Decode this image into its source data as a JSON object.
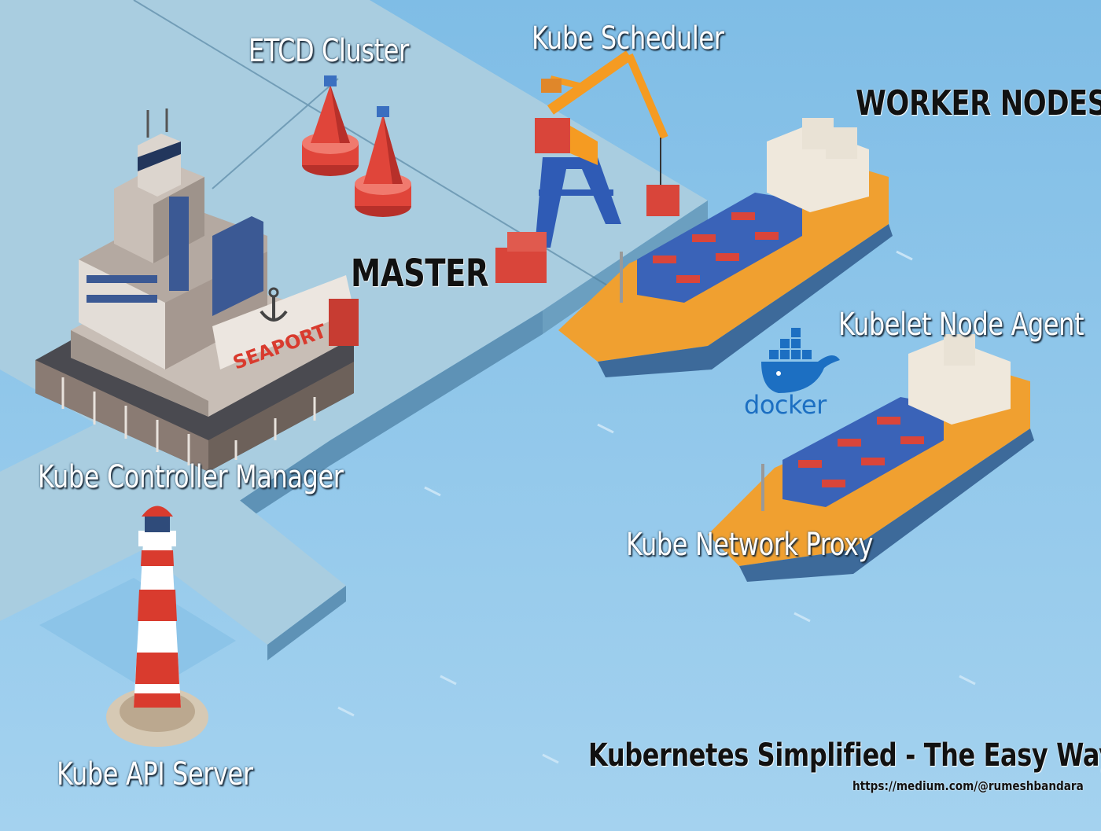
{
  "labels": {
    "etcd": "ETCD Cluster",
    "scheduler": "Kube Scheduler",
    "worker_nodes": "WORKER NODES",
    "master": "MASTER",
    "kubelet": "Kubelet Node Agent",
    "controller_manager": "Kube Controller Manager",
    "network_proxy": "Kube Network Proxy",
    "api_server": "Kube API Server"
  },
  "building_sign": "SEAPORT",
  "docker_logo": {
    "text": "docker",
    "icon": "docker-whale-icon",
    "color": "#1c6fc2"
  },
  "footer": {
    "title": "Kubernetes Simplified - The Easy Way",
    "url": "https://medium.com/@rumeshbandara"
  },
  "colors": {
    "sea": "#8cc4e8",
    "dock": "#a9cde0",
    "ship_hull": "#f0a030",
    "container_blue": "#3a63b8",
    "container_red": "#d9453a",
    "crane_orange": "#f59b22",
    "crane_blue": "#2f5bb5",
    "buoy_red": "#e0453a",
    "lighthouse_red": "#d93b2e"
  }
}
